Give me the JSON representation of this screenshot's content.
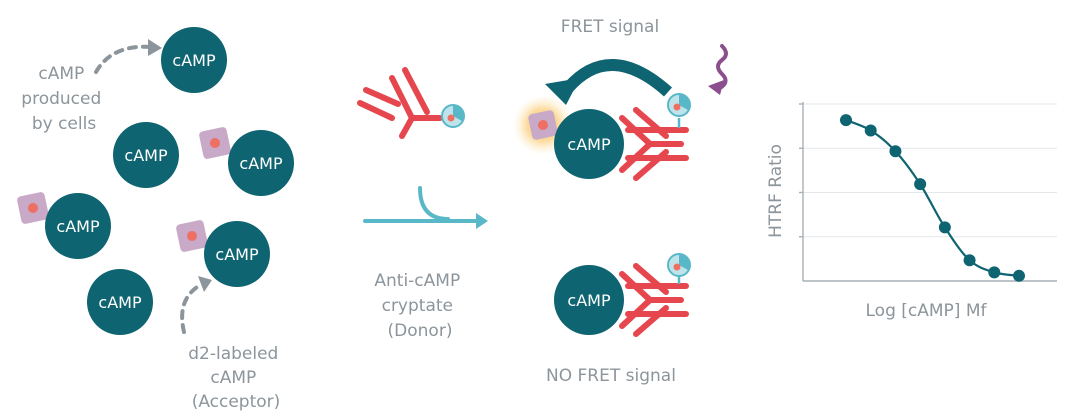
{
  "colors": {
    "camp": "#0e6470",
    "antibody": "#e6474f",
    "acceptor": "#c8a9c7",
    "acceptor_dot": "#ee6f63",
    "donor_arrow": "#59b8c8",
    "excitation": "#8a4f8c",
    "glow": "#f6b03c",
    "label": "#8c959b"
  },
  "cells": {
    "camp_label": "cAMP",
    "produced_lines": [
      "cAMP",
      "produced",
      "by cells"
    ],
    "acceptor_lines": [
      "d2-labeled",
      "cAMP",
      "(Acceptor)"
    ]
  },
  "donor": {
    "label_lines": [
      "Anti-cAMP",
      "cryptate",
      "(Donor)"
    ]
  },
  "fret": {
    "signal_label": "FRET signal",
    "no_signal_label": "NO FRET signal",
    "camp_label": "cAMP"
  },
  "chart_data": {
    "type": "line",
    "xlabel": "Log [cAMP] Mf",
    "ylabel": "HTRF Ratio",
    "x": [
      1,
      2,
      3,
      4,
      5,
      6,
      7,
      8
    ],
    "y": [
      0.93,
      0.87,
      0.75,
      0.56,
      0.31,
      0.12,
      0.05,
      0.03
    ],
    "ylim": [
      0,
      1
    ],
    "grid": true
  }
}
